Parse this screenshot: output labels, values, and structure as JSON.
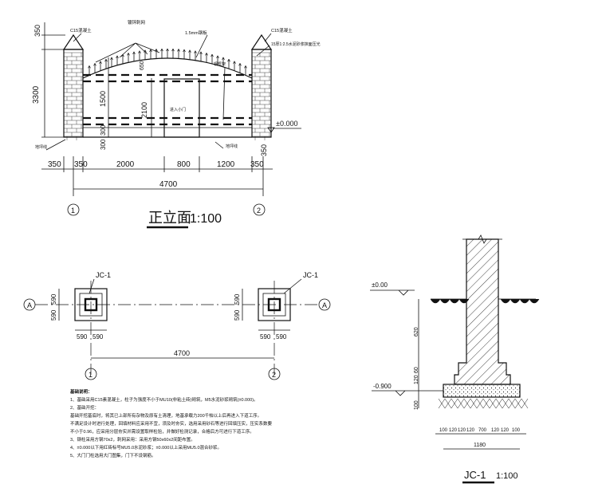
{
  "elevation": {
    "title": "正立面",
    "scale": "1:100",
    "labels": {
      "concrete_left": "C15混凝土",
      "concrete_right": "C15混凝土",
      "spikes": "镀锌刺网",
      "plate": "1.5mm钢板",
      "mortar": "15厚1:2.5水泥砂浆抹面压光",
      "frame": "钢框架",
      "wicket": "进入小门",
      "ground_left": "地坪线",
      "ground_right": "地坪线",
      "datum": "±0.000"
    },
    "dims": {
      "top_pier": "350",
      "pier_height": "3300",
      "arc": "650",
      "door_upper": "1500",
      "door_lower": "300",
      "door_total": "2100",
      "foot": "350",
      "span_a": "350",
      "span_b": "350",
      "span_c": "2000",
      "span_d": "800",
      "span_e": "1200",
      "span_f": "350",
      "total": "4700"
    },
    "axes": [
      "1",
      "2"
    ]
  },
  "plan": {
    "tags": [
      "JC-1",
      "JC-1"
    ],
    "axis_letter": "A",
    "dim_v": "590",
    "dim_h": "590",
    "total": "4700",
    "axes": [
      "1",
      "2"
    ]
  },
  "section": {
    "title": "JC-1",
    "scale": "1:100",
    "top_level": "±0.00",
    "bottom_level": "-0.900",
    "dims_v": [
      "620",
      "60",
      "120",
      "100"
    ],
    "dims_h": [
      "100",
      "120",
      "120",
      "120",
      "700",
      "120",
      "120",
      "100"
    ],
    "total": "1180"
  },
  "notes": {
    "heading": "基础说明：",
    "lines": [
      "1、基础采用C15素混凝土，柱子为强度不小于MU10(非粘土砖)砌筑，M5水泥砂浆砌筑(±0.000)。",
      "2、基础开挖：",
      "基础开挖基底时，将其已上部所有杂物及原有土清理，地基承载力200千帕以上后再进入下道工序。",
      "不满足设计时进行处理，回填材料应采用不宜，须及时夯实，选用采用砂石等进行回填压实，压实系数要",
      "不小于0.96，应采用分层夯实并需设置取样检验，并做好检测记录，合格后方可进行下道工序。",
      "3、钢柱采用方钢70x2，刺网采用：采用方钢50x60x2间距布置。",
      "4、±0.000以下用红砖标号MU5.0水泥砂浆；±0.000以上采用MU5.0混合砂浆。",
      "5、大门门柱选用大门图集，门下不设钢筋。"
    ]
  }
}
